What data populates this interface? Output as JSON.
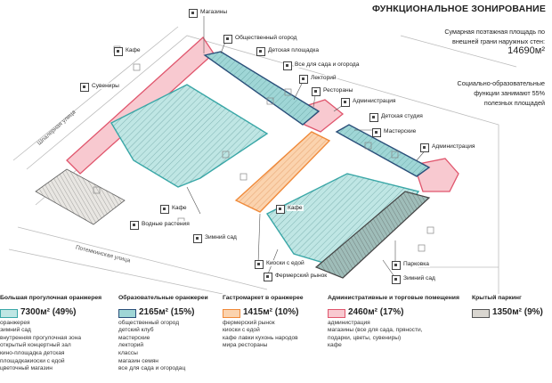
{
  "title": "ФУНКЦИОНАЛЬНОЕ ЗОНИРОВАНИЕ",
  "area": {
    "line1": "Сумарная поэтажная площадь по",
    "line2": "внешней грани наружных стен:",
    "value": "14690м²"
  },
  "social": {
    "line1": "Социально-образовательные",
    "line2": "функции занимают 55%",
    "line3": "полезных площадей"
  },
  "roads": {
    "shpalernaya": "Шпалерная улица",
    "potemkinskaya": "Потемкинская улица"
  },
  "labels": {
    "magaziny": "Магазины",
    "ogorod": "Общественный огород",
    "detskaya_ploshchadka": "Детская площадка",
    "vse_dlya_sada": "Все для сада и огорода",
    "kafe_top": "Кафе",
    "suveniry": "Сувениры",
    "lektoriy": "Лекторий",
    "restorany": "Рестораны",
    "administratsiya_1": "Администрация",
    "detskaya_studiya": "Детская студия",
    "masterskie": "Мастерские",
    "administratsiya_2": "Администрация",
    "kafe_mid": "Кафе",
    "kafe_right": "Кафе",
    "vodnye_rasteniya": "Водные растения",
    "zimniy_sad_1": "Зимний сад",
    "kioski": "Киоски с едой",
    "fermerskiy_rynok": "Фермерский рынок",
    "parkovka": "Парковка",
    "zimniy_sad_2": "Зимний сад"
  },
  "legend": [
    {
      "head": "Большая прогулочная оранжерея",
      "value": "7300м² (49%)",
      "color": "#3aa8a8",
      "fill": "#bfe6e4",
      "items": [
        "оранжерея",
        "зимний сад",
        "внутренняя прогулочная зона",
        "открытый концертный зал",
        "кино-площадка детская",
        "площадкакиоски с едой",
        "цветочный магазин"
      ]
    },
    {
      "head": "Образовательные оранжереи",
      "value": "2165м² (15%)",
      "color": "#2b4f7a",
      "fill": "#9fd6d6",
      "items": [
        "общественный огород",
        "детский клуб",
        "мастерские",
        "лекторий",
        "классы",
        "магазин семян",
        "все для сада и огородац"
      ]
    },
    {
      "head": "Гастромаркет в оранжерее",
      "value": "1415м² (10%)",
      "color": "#f08a3a",
      "fill": "#fbd3ae",
      "items": [
        "фермерский рынок",
        "киоски с едой",
        "кафе лавки кухонь народов",
        "мира рестораны"
      ]
    },
    {
      "head": "Административные и торговые помещения",
      "value": "2460м² (17%)",
      "color": "#e0566d",
      "fill": "#f8c9d0",
      "items": [
        "администрация",
        "магазины (все для сада, пряности,",
        "подарки, цветы, сувениры)",
        "кафе"
      ]
    },
    {
      "head": "Крытый паркинг",
      "value": "1350м² (9%)",
      "color": "#555555",
      "fill": "#d9d6d0",
      "items": []
    }
  ]
}
